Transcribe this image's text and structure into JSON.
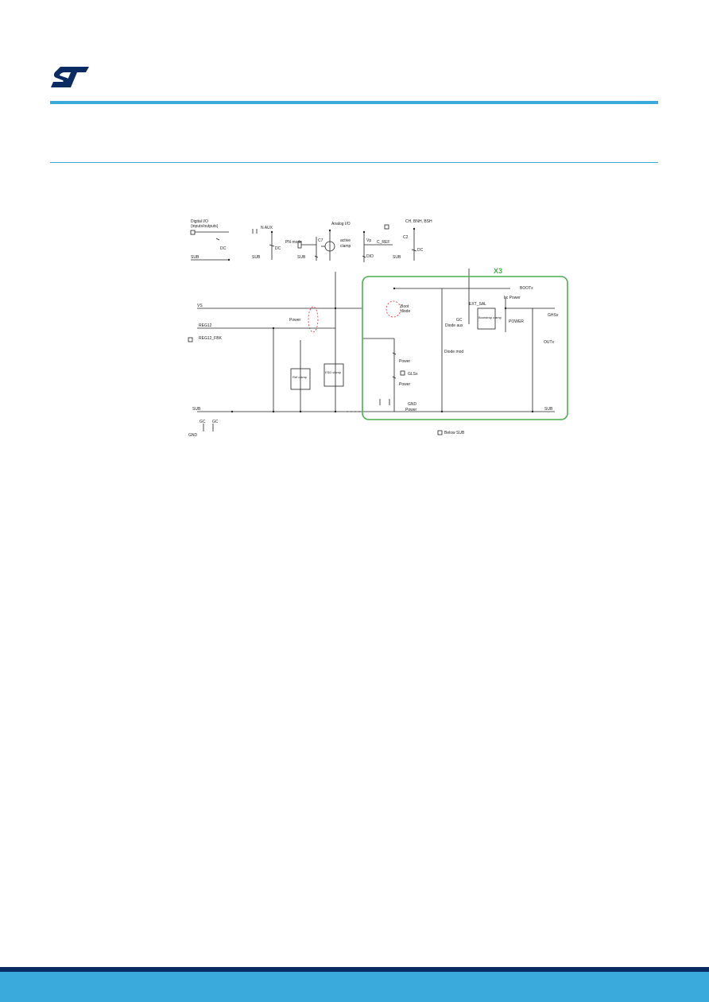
{
  "header": {
    "logo_icon": "st-logo-icon",
    "brand_color": "#3aa9dc",
    "footer_dark": "#0b2b63"
  },
  "diagram": {
    "region_label": "X3",
    "region_color": "#4caf50",
    "labels": {
      "digital_io": "Digital I/O",
      "digital_io_sub": "(inputs/outputs)",
      "dc1": "DC",
      "sub1": "SUB",
      "n_aux": "N AUX",
      "dc2": "DC",
      "sub2": "SUB",
      "pn_mode": "PN mode",
      "c7": "C7",
      "sub3": "SUB",
      "analog_io": "Analog I/O",
      "active_clamp": "active",
      "active_clamp2": "clamp",
      "vp": "Vp",
      "dio": "DIO",
      "c_ref": "C_REF",
      "sub4": "SUB",
      "ch": "CH, BNH, BSH",
      "c2": "C2",
      "dc3": "DC",
      "vs": "VS",
      "reg12": "REG12",
      "reg12_fbk": "REG12_FBK",
      "power1": "Power",
      "ref_clamp": "Ref clamp",
      "esd_clamp": "ESD clamp",
      "gnd_left": "SUB",
      "gc1": "GC",
      "gc2": "GC",
      "gnd_bottom": "GND",
      "boot_diode": "Boot",
      "boot_diode2": "diode",
      "power2": "Power",
      "glsx": "GLSx",
      "power3": "Power",
      "gnd_power": "GND",
      "gnd_power2": "Power",
      "bootx": "BOOTx",
      "ext_sal": "EXT_SAL",
      "gc3": "GC",
      "diode_aux": "Diode aux",
      "bootstrap_clamp": "Bootstrap clamp",
      "diode_mod": "Diode mod",
      "lc_power": "Lc Power",
      "power4": "POWER",
      "ghsx": "GHSx",
      "outx": "OUTx",
      "sub_right": "SUB",
      "below_sub": "Below SUB"
    }
  }
}
